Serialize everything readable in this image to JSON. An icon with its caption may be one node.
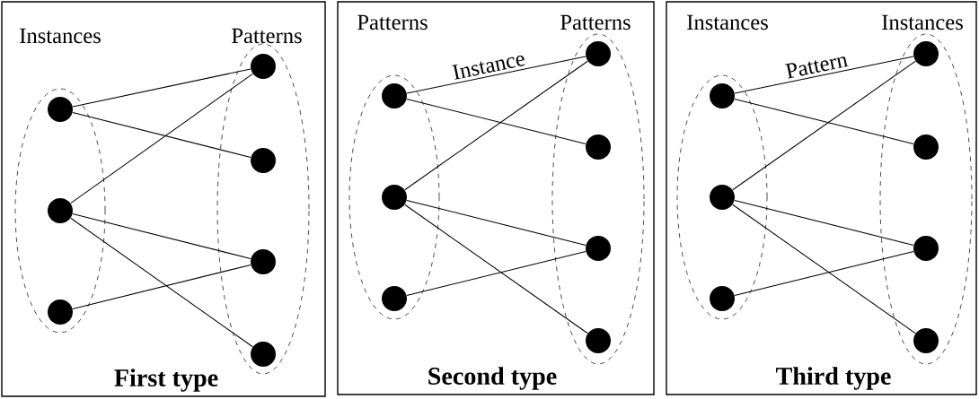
{
  "diagram": {
    "nodes": [
      {
        "text": [
          "First type"
        ]
      },
      {
        "text": [
          "Instances"
        ],
        "in": 0
      },
      {
        "text": [
          "Patterns"
        ],
        "in": 0
      },
      {
        "text": [],
        "shape": "circle",
        "in": 1
      },
      {
        "text": [],
        "shape": "circle",
        "in": 1
      },
      {
        "text": [],
        "shape": "circle",
        "in": 1
      },
      {
        "text": [],
        "shape": "circle",
        "in": 2
      },
      {
        "text": [],
        "shape": "circle",
        "in": 2
      },
      {
        "text": [],
        "shape": "circle",
        "in": 2
      },
      {
        "text": [],
        "shape": "circle",
        "in": 2
      },
      {
        "text": [
          "Second type"
        ]
      },
      {
        "text": [
          "Patterns"
        ],
        "in": 10
      },
      {
        "text": [
          "Patterns"
        ],
        "in": 10
      },
      {
        "text": [],
        "shape": "circle",
        "in": 11
      },
      {
        "text": [],
        "shape": "circle",
        "in": 11
      },
      {
        "text": [],
        "shape": "circle",
        "in": 11
      },
      {
        "text": [],
        "shape": "circle",
        "in": 12
      },
      {
        "text": [],
        "shape": "circle",
        "in": 12
      },
      {
        "text": [],
        "shape": "circle",
        "in": 12
      },
      {
        "text": [],
        "shape": "circle",
        "in": 12
      },
      {
        "text": [
          "Third type"
        ]
      },
      {
        "text": [
          "Instances"
        ],
        "in": 20
      },
      {
        "text": [
          "Instances"
        ],
        "in": 20
      },
      {
        "text": [],
        "shape": "circle",
        "in": 21
      },
      {
        "text": [],
        "shape": "circle",
        "in": 21
      },
      {
        "text": [],
        "shape": "circle",
        "in": 21
      },
      {
        "text": [],
        "shape": "circle",
        "in": 22
      },
      {
        "text": [],
        "shape": "circle",
        "in": 22
      },
      {
        "text": [],
        "shape": "circle",
        "in": 22
      },
      {
        "text": [],
        "shape": "circle",
        "in": 22
      }
    ],
    "edges": [
      {
        "from": 3,
        "to": 6,
        "arrow": "none"
      },
      {
        "from": 3,
        "to": 7,
        "arrow": "none"
      },
      {
        "from": 4,
        "to": 6,
        "arrow": "none"
      },
      {
        "from": 4,
        "to": 8,
        "arrow": "none"
      },
      {
        "from": 4,
        "to": 9,
        "arrow": "none"
      },
      {
        "from": 5,
        "to": 8,
        "arrow": "none"
      },
      {
        "from": 13,
        "to": 16,
        "arrow": "none",
        "label": "Instance"
      },
      {
        "from": 13,
        "to": 17,
        "arrow": "none"
      },
      {
        "from": 14,
        "to": 16,
        "arrow": "none"
      },
      {
        "from": 14,
        "to": 18,
        "arrow": "none"
      },
      {
        "from": 14,
        "to": 19,
        "arrow": "none"
      },
      {
        "from": 15,
        "to": 18,
        "arrow": "none"
      },
      {
        "from": 23,
        "to": 26,
        "arrow": "none",
        "label": "Pattern"
      },
      {
        "from": 23,
        "to": 27,
        "arrow": "none"
      },
      {
        "from": 24,
        "to": 26,
        "arrow": "none"
      },
      {
        "from": 24,
        "to": 28,
        "arrow": "none"
      },
      {
        "from": 24,
        "to": 29,
        "arrow": "none"
      },
      {
        "from": 25,
        "to": 28,
        "arrow": "none"
      }
    ]
  }
}
